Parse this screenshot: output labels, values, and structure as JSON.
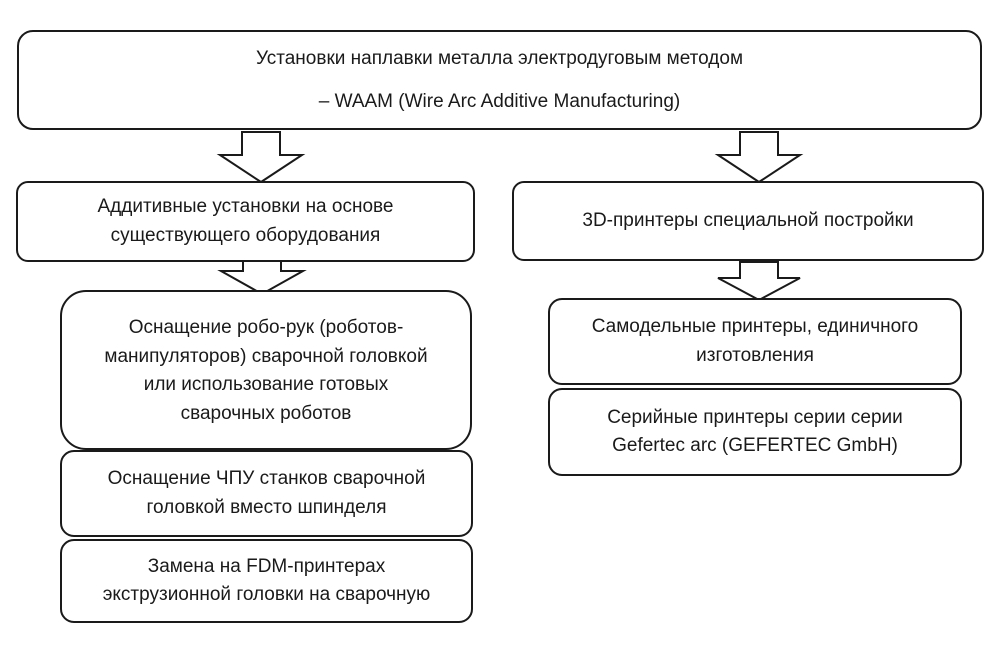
{
  "diagram": {
    "top": {
      "line1": "Установки наплавки металла электродуговым методом",
      "line2": "– WAAM (Wire Arc Additive Manufacturing)"
    },
    "left_branch": {
      "title_lines": [
        "Аддитивные установки на основе",
        "существующего оборудования"
      ],
      "items": [
        {
          "lines": [
            "Оснащение робо-рук (роботов-",
            "манипуляторов) сварочной головкой",
            "или использование готовых",
            "сварочных роботов"
          ]
        },
        {
          "lines": [
            "Оснащение ЧПУ станков сварочной",
            "головкой вместо шпинделя"
          ]
        },
        {
          "lines": [
            "Замена на FDM-принтерах",
            "экструзионной головки на сварочную"
          ]
        }
      ]
    },
    "right_branch": {
      "title_lines": [
        "3D-принтеры специальной постройки"
      ],
      "items": [
        {
          "lines": [
            "Самодельные принтеры, единичного",
            "изготовления"
          ]
        },
        {
          "lines": [
            "Серийные принтеры серии серии",
            "Gefertec arc (GEFERTEC GmbH)"
          ]
        }
      ]
    }
  }
}
